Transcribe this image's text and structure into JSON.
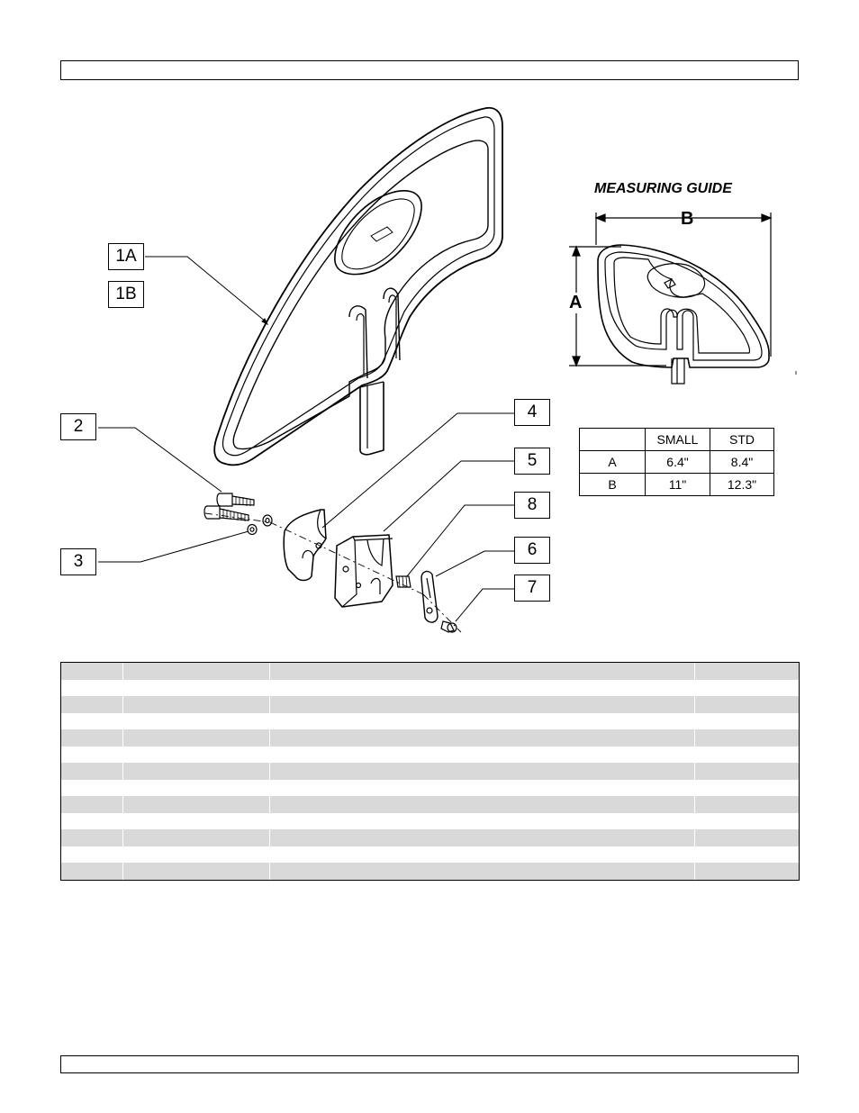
{
  "callouts": {
    "c1a": "1A",
    "c1b": "1B",
    "c2": "2",
    "c3": "3",
    "c4": "4",
    "c5": "5",
    "c8": "8",
    "c6": "6",
    "c7": "7"
  },
  "guide": {
    "title": "MEASURING GUIDE",
    "dim_a": "A",
    "dim_b": "B"
  },
  "size_table": {
    "header": [
      "",
      "SMALL",
      "STD"
    ],
    "rows": [
      [
        "A",
        "6.4\"",
        "8.4\""
      ],
      [
        "B",
        "11\"",
        "12.3\""
      ]
    ]
  },
  "parts_table": {
    "row_count": 13
  }
}
